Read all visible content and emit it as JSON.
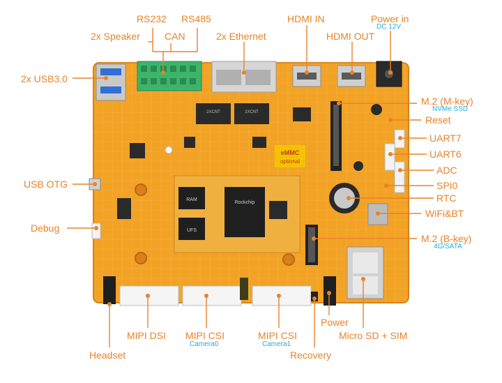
{
  "colors": {
    "label": "#e8822a",
    "sublabel": "#2aa8d8",
    "leader": "#e8822a",
    "board": "#f2a225",
    "board_dark": "#d9801a",
    "trace": "#f7c35a",
    "chip": "#2a2a2a",
    "silver": "#c8c8c8",
    "green_terminal": "#3cb56a",
    "emmc": "#f4c300",
    "emmc_text": "#c0392b"
  },
  "labels": {
    "rs232": "RS232",
    "rs485": "RS485",
    "speaker": "2x Speaker",
    "can": "CAN",
    "ethernet": "2x Ethernet",
    "hdmi_in": "HDMI IN",
    "hdmi_out": "HDMI OUT",
    "power_in": "Power in",
    "dc12v": "DC 12V",
    "usb3": "2x  USB3.0",
    "m2_mkey": "M.2 (M-key)",
    "nvme": "NVMe SSD",
    "reset": "Reset",
    "uart7": "UART7",
    "uart6": "UART6",
    "adc": "ADC",
    "usb_otg": "USB OTG",
    "spi0": "SPI0",
    "rtc": "RTC",
    "wifi_bt": "WiFi&BT",
    "debug": "Debug",
    "m2_bkey": "M.2 (B-key)",
    "lte_sata": "4G/SATA",
    "mipi_dsi": "MIPI DSI",
    "mipi_csi0": "MIPI CSI",
    "camera0": "Camera0",
    "mipi_csi1": "MIPI CSI",
    "camera1": "Camera1",
    "power": "Power",
    "microsd_sim": "Micro SD + SIM",
    "headset": "Headset",
    "recovery": "Recovery"
  },
  "board_text": {
    "emmc_line1": "eMMC",
    "emmc_line2": "optional",
    "ram": "RAM",
    "ufs": "UFS",
    "soc_brand": "Rockchip",
    "phy1": "2XCNT",
    "phy2": "2XCNT"
  }
}
